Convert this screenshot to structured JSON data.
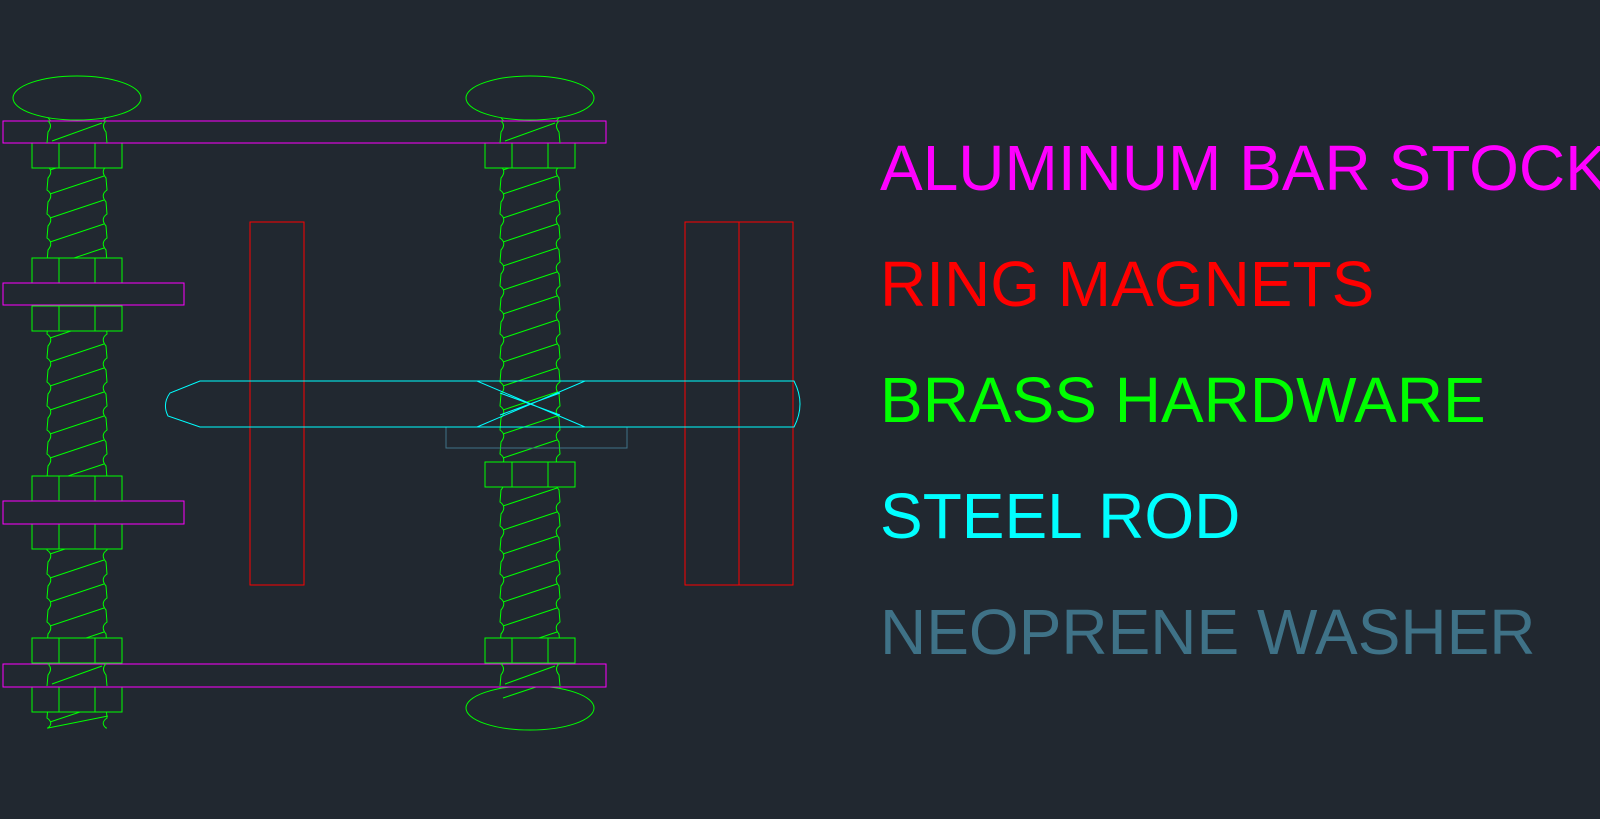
{
  "colors": {
    "background": "#212830",
    "aluminum": "#ff00ff",
    "magnets": "#ff0000",
    "brass": "#00ff00",
    "steel": "#00ffff",
    "neoprene": "#3f7287"
  },
  "legend": {
    "aluminum_bar_stock": "ALUMINUM BAR STOCK",
    "ring_magnets": "RING MAGNETS",
    "brass_hardware": "BRASS HARDWARE",
    "steel_rod": "STEEL ROD",
    "neoprene_washer": "NEOPRENE WASHER"
  }
}
